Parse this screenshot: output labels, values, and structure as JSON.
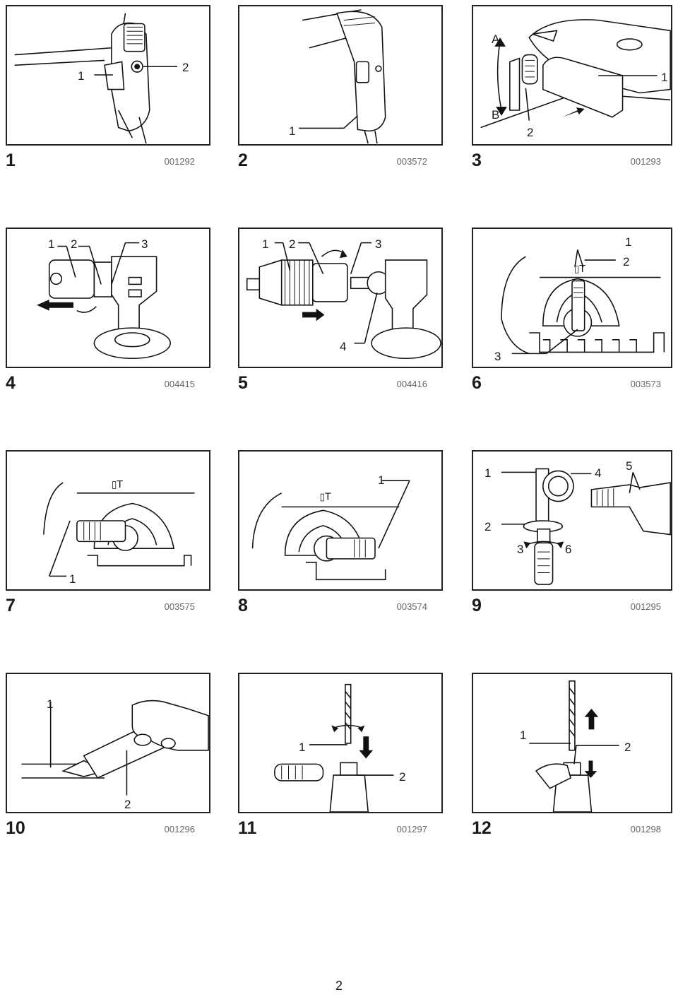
{
  "figures": [
    {
      "number": "1",
      "code": "001292",
      "callouts": [
        "1",
        "2"
      ]
    },
    {
      "number": "2",
      "code": "003572",
      "callouts": [
        "1"
      ]
    },
    {
      "number": "3",
      "code": "001293",
      "callouts": [
        "A",
        "B",
        "1",
        "2"
      ]
    },
    {
      "number": "4",
      "code": "004415",
      "callouts": [
        "1",
        "2",
        "3"
      ]
    },
    {
      "number": "5",
      "code": "004416",
      "callouts": [
        "1",
        "2",
        "3",
        "4"
      ]
    },
    {
      "number": "6",
      "code": "003573",
      "callouts": [
        "1",
        "2",
        "3"
      ]
    },
    {
      "number": "7",
      "code": "003575",
      "callouts": [
        "1"
      ]
    },
    {
      "number": "8",
      "code": "003574",
      "callouts": [
        "1"
      ]
    },
    {
      "number": "9",
      "code": "001295",
      "callouts": [
        "1",
        "4",
        "5",
        "2",
        "3",
        "6"
      ]
    },
    {
      "number": "10",
      "code": "001296",
      "callouts": [
        "1",
        "2"
      ]
    },
    {
      "number": "11",
      "code": "001297",
      "callouts": [
        "1",
        "2"
      ]
    },
    {
      "number": "12",
      "code": "001298",
      "callouts": [
        "1",
        "2"
      ]
    }
  ],
  "page_number": "2"
}
